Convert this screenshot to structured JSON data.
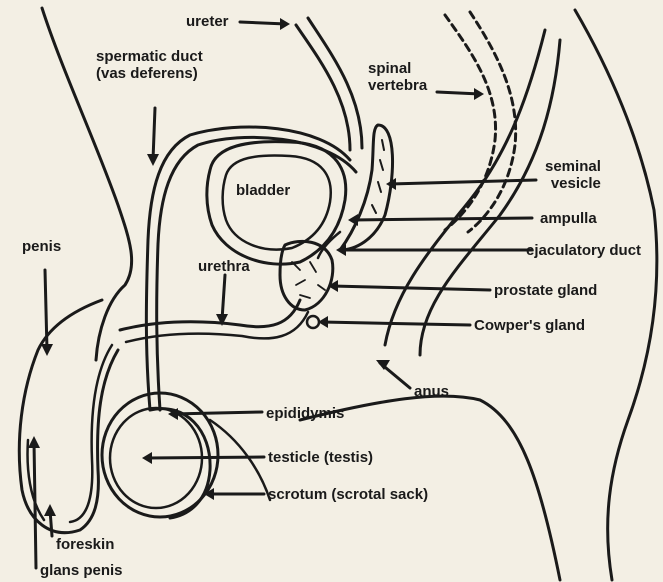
{
  "labels": {
    "ureter": "ureter",
    "spermatic_duct": "spermatic duct\n(vas deferens)",
    "spinal_vertebra": "spinal\nvertebra",
    "seminal_vesicle": "seminal\nvesicle",
    "bladder": "bladder",
    "ampulla": "ampulla",
    "ejaculatory_duct": "ejaculatory duct",
    "penis": "penis",
    "urethra": "urethra",
    "prostate_gland": "prostate gland",
    "cowpers_gland": "Cowper's gland",
    "anus": "anus",
    "epididymis": "epididymis",
    "testicle": "testicle (testis)",
    "scrotum": "scrotum (scrotal sack)",
    "foreskin": "foreskin",
    "glans_penis": "glans penis"
  },
  "colors": {
    "paper": "#f3efe4",
    "ink": "#1a1a1a"
  }
}
